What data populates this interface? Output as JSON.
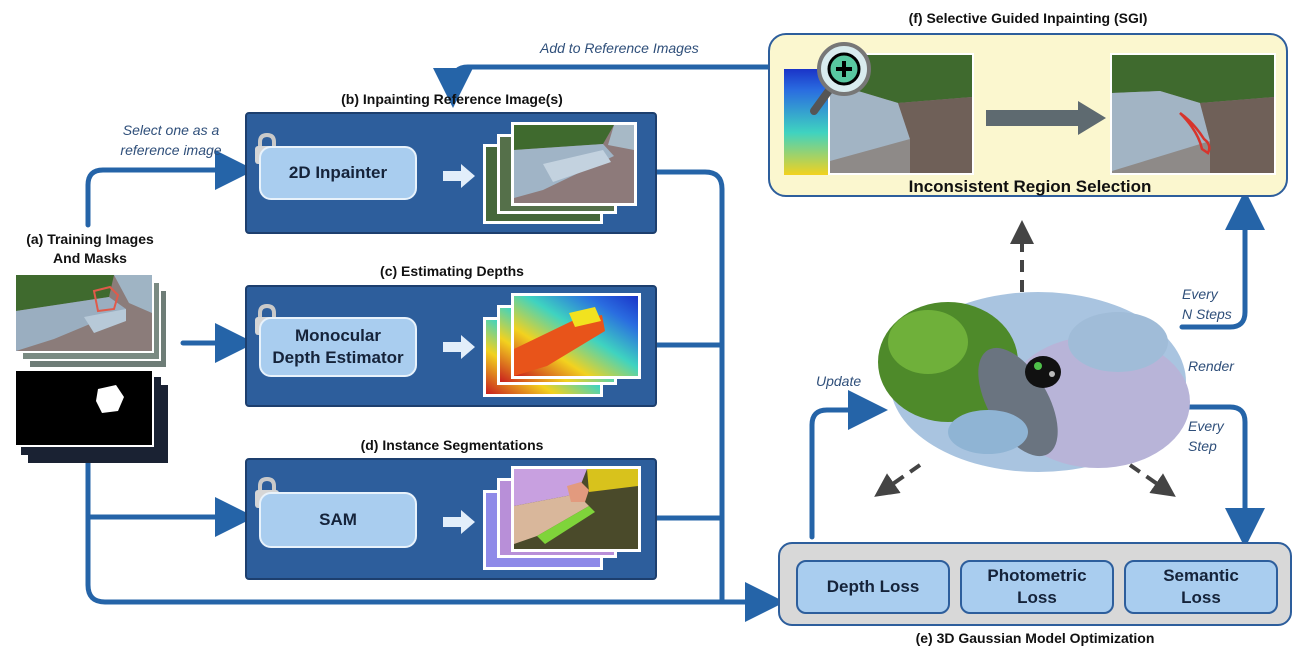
{
  "training": {
    "title_line1": "(a) Training Images",
    "title_line2": "And Masks"
  },
  "panel_b": {
    "title": "(b) Inpainting Reference Image(s)",
    "module": "2D Inpainter"
  },
  "panel_c": {
    "title": "(c) Estimating Depths",
    "module_line1": "Monocular",
    "module_line2": "Depth Estimator"
  },
  "panel_d": {
    "title": "(d) Instance Segmentations",
    "module": "SAM"
  },
  "panel_e": {
    "title": "(e) 3D Gaussian Model Optimization",
    "losses": [
      {
        "line1": "Depth Loss",
        "line2": ""
      },
      {
        "line1": "Photometric",
        "line2": "Loss"
      },
      {
        "line1": "Semantic",
        "line2": "Loss"
      }
    ]
  },
  "panel_f": {
    "title": "(f) Selective Guided Inpainting (SGI)",
    "caption": "Inconsistent Region Selection"
  },
  "labels": {
    "select_line1": "Select one as a",
    "select_line2": "reference image",
    "add_ref": "Add to Reference Images",
    "update": "Update",
    "render": "Render",
    "every_step_line1": "Every",
    "every_step_line2": "Step",
    "every_n_line1": "Every",
    "every_n_line2": "N Steps"
  },
  "colors": {
    "arrow": "#2564a8",
    "panel": "#2d5e9c",
    "module": "#a9cdef",
    "sgi_bg": "#fbf7cf"
  }
}
